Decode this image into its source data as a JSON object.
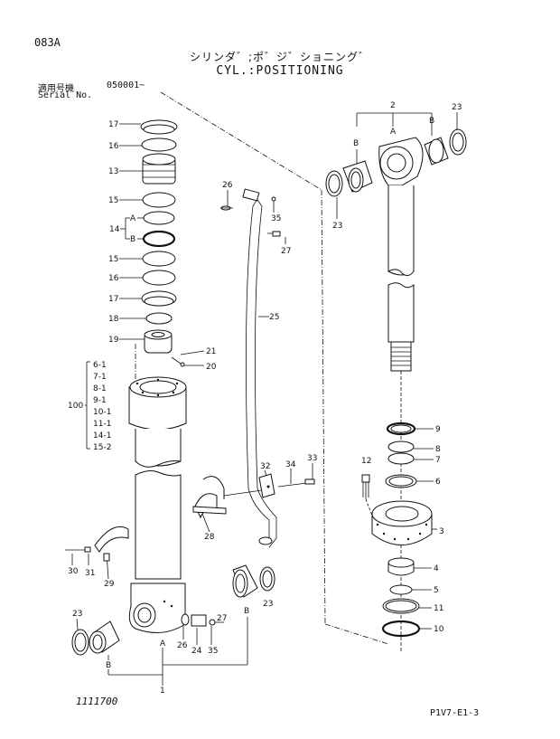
{
  "page_code": "083A",
  "title_jp": "シリンダ゛;ポ゛ジ゛ショニング゛",
  "title_en": "CYL.:POSITIONING",
  "serial_label_jp": "適用号機",
  "serial_label_en": "Serial No.",
  "serial_number": "050001~",
  "footer_left": "1111700",
  "footer_right": "P1V7-E1-3",
  "callouts": {
    "left_column": [
      "17",
      "16",
      "13",
      "15",
      "14",
      "15",
      "16",
      "17",
      "18",
      "19",
      "21",
      "20"
    ],
    "tube_group": [
      "6-1",
      "7-1",
      "8-1",
      "9-1",
      "10-1",
      "11-1",
      "14-1",
      "15-2"
    ],
    "group_100": "100",
    "rod_parts": [
      "2",
      "23",
      "23",
      "12",
      "3",
      "4",
      "5",
      "6",
      "7",
      "8",
      "9",
      "10",
      "11"
    ],
    "pipe_parts": [
      "26",
      "35",
      "27",
      "25",
      "32",
      "34",
      "33",
      "28",
      "29",
      "30",
      "31",
      "26",
      "24",
      "35",
      "27",
      "23",
      "23"
    ],
    "letters": [
      "A",
      "B"
    ]
  }
}
